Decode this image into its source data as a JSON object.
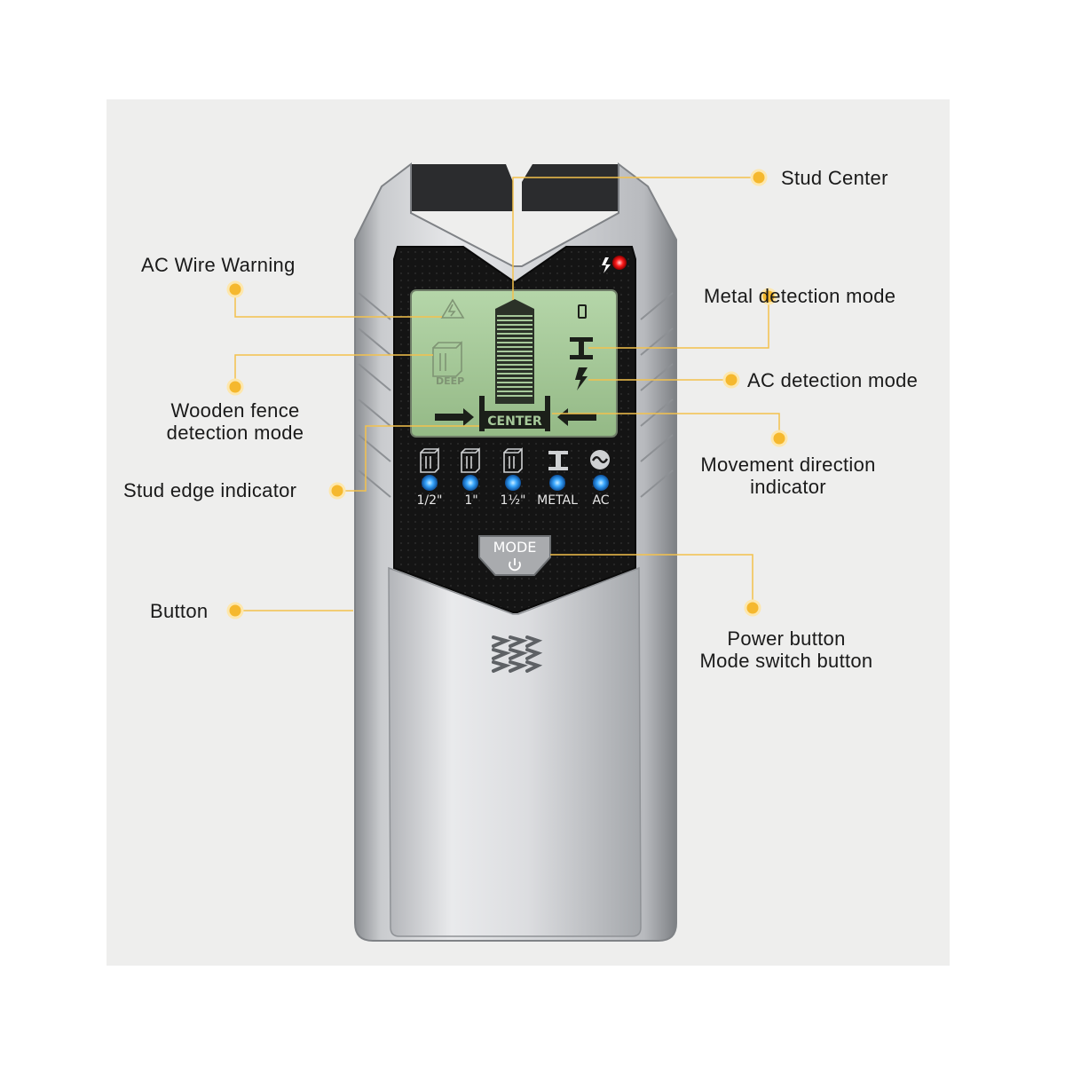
{
  "callouts": {
    "stud_center": "Stud Center",
    "ac_wire_warning": "AC Wire Warning",
    "metal_detection_mode": "Metal detection mode",
    "ac_detection_mode": "AC detection mode",
    "wooden_fence_line1": "Wooden fence",
    "wooden_fence_line2": "detection mode",
    "movement_direction_line1": "Movement direction",
    "movement_direction_line2": "indicator",
    "stud_edge_indicator": "Stud edge indicator",
    "button": "Button",
    "power_button_line1": "Power button",
    "power_button_line2": "Mode switch button"
  },
  "device": {
    "lcd_deep": "DEEP",
    "lcd_center": "CENTER",
    "led_labels": [
      "1/2\"",
      "1\"",
      "1½\"",
      "METAL",
      "AC"
    ],
    "mode_button": "MODE"
  },
  "colors": {
    "callout_dot": "#f5b82e",
    "callout_line": "#f3c14c",
    "led": "#2e9bff",
    "lcd": "#a6c99a",
    "alarm_led": "#ff1b1b"
  }
}
